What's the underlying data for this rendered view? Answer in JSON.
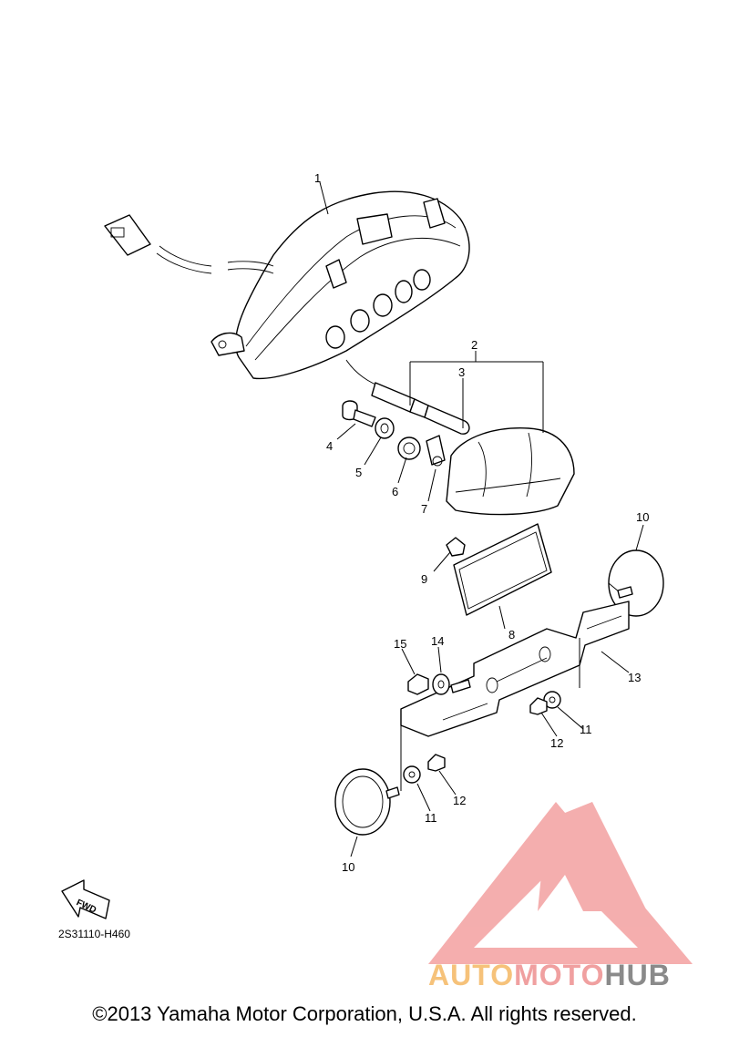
{
  "diagram": {
    "callouts": [
      {
        "id": "c1",
        "text": "1"
      },
      {
        "id": "c2",
        "text": "2"
      },
      {
        "id": "c3",
        "text": "3"
      },
      {
        "id": "c4",
        "text": "4"
      },
      {
        "id": "c5",
        "text": "5"
      },
      {
        "id": "c6",
        "text": "6"
      },
      {
        "id": "c7",
        "text": "7"
      },
      {
        "id": "c8",
        "text": "8"
      },
      {
        "id": "c9",
        "text": "9"
      },
      {
        "id": "c10a",
        "text": "10"
      },
      {
        "id": "c10b",
        "text": "10"
      },
      {
        "id": "c11a",
        "text": "11"
      },
      {
        "id": "c11b",
        "text": "11"
      },
      {
        "id": "c12a",
        "text": "12"
      },
      {
        "id": "c12b",
        "text": "12"
      },
      {
        "id": "c13",
        "text": "13"
      },
      {
        "id": "c14",
        "text": "14"
      },
      {
        "id": "c15",
        "text": "15"
      }
    ],
    "fwd_label": "FWD",
    "reference_code": "2S31110-H460"
  },
  "watermark": {
    "brand_part1": "AUTO",
    "brand_part2": "MOTO",
    "brand_part3": "HUB",
    "colors": {
      "triangle": "#f3a0a0",
      "auto": "#f6c27a",
      "hub": "#8a8a8a"
    }
  },
  "footer": {
    "copyright": "©2013 Yamaha Motor Corporation, U.S.A. All rights reserved."
  }
}
